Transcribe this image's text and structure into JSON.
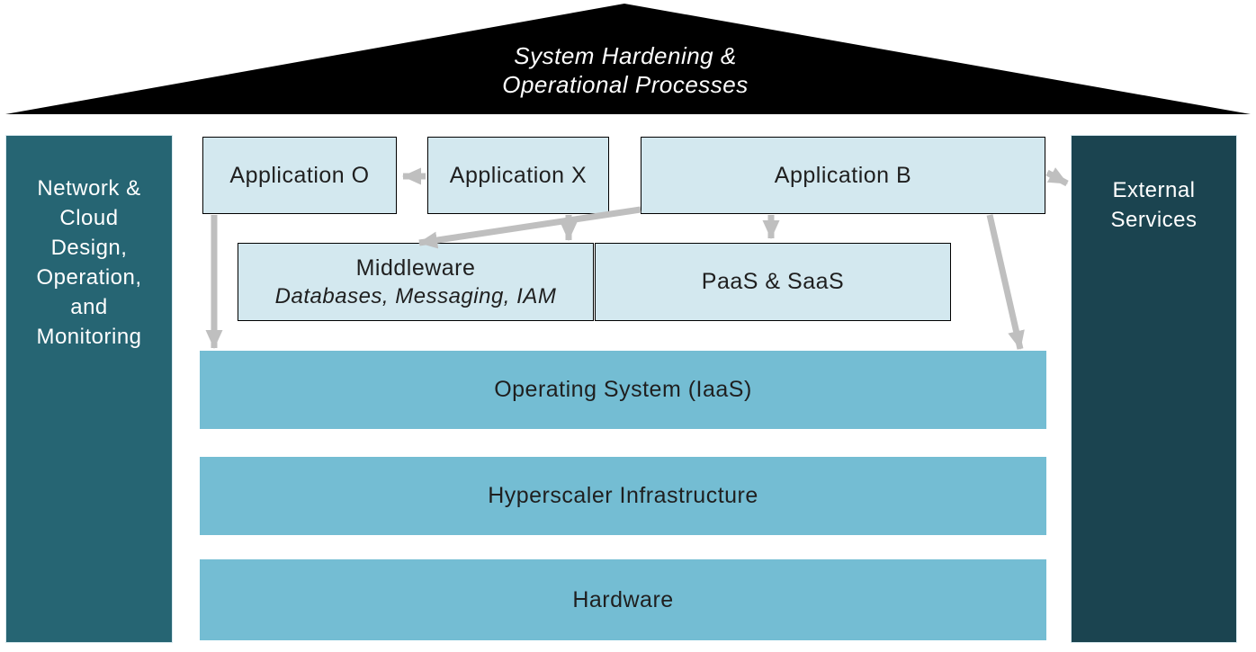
{
  "colors": {
    "background": "#FFFFFF",
    "roof": "#000000",
    "roof_text": "#FFFFFF",
    "left_pillar": "#266573",
    "right_pillar": "#1B4450",
    "pillar_text": "#FFFFFF",
    "box_fill": "#D3E8EF",
    "box_border": "#000000",
    "box_text": "#1F1F1F",
    "bar_fill": "#74BDD3",
    "arrow": "#BFBFBF"
  },
  "roof": {
    "label": "System Hardening &\nOperational Processes"
  },
  "pillars": {
    "left": {
      "label": "Network &\nCloud\nDesign,\nOperation,\nand\nMonitoring"
    },
    "right": {
      "label": "External\nServices"
    }
  },
  "boxes": {
    "application_o": {
      "label": "Application O"
    },
    "application_x": {
      "label": "Application X"
    },
    "application_b": {
      "label": "Application B"
    },
    "middleware": {
      "title": "Middleware",
      "subtitle": "Databases, Messaging, IAM"
    },
    "paas_saas": {
      "label": "PaaS & SaaS"
    },
    "operating_system": {
      "label": "Operating System (IaaS)"
    },
    "hyperscaler": {
      "label": "Hyperscaler Infrastructure"
    },
    "hardware": {
      "label": "Hardware"
    }
  },
  "arrows": [
    {
      "from": "application-x",
      "to": "application-o"
    },
    {
      "from": "application-b",
      "to": "middleware"
    },
    {
      "from": "application-x",
      "to": "middleware"
    },
    {
      "from": "application-b",
      "to": "paas-saas"
    },
    {
      "from": "application-o",
      "to": "operating-system"
    },
    {
      "from": "application-b",
      "to": "operating-system"
    },
    {
      "from": "application-b",
      "to": "external-services"
    }
  ]
}
